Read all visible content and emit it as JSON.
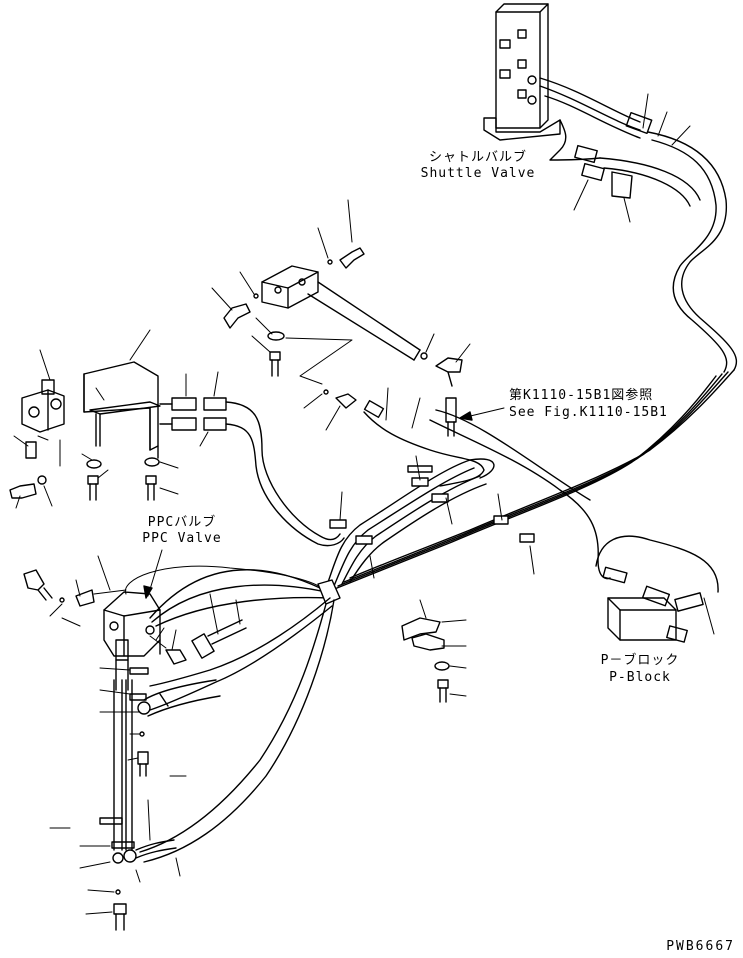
{
  "labels": {
    "shuttle_valve_jp": "シャトルバルブ",
    "shuttle_valve_en": "Shuttle Valve",
    "ref_fig_jp": "第K1110-15B1図参照",
    "ref_fig_en": "See Fig.K1110-15B1",
    "ppc_valve_jp": "PPCバルブ",
    "ppc_valve_en": "PPC Valve",
    "p_block_jp": "P－ブロック",
    "p_block_en": "P-Block"
  },
  "drawing_code": "PWB6667"
}
